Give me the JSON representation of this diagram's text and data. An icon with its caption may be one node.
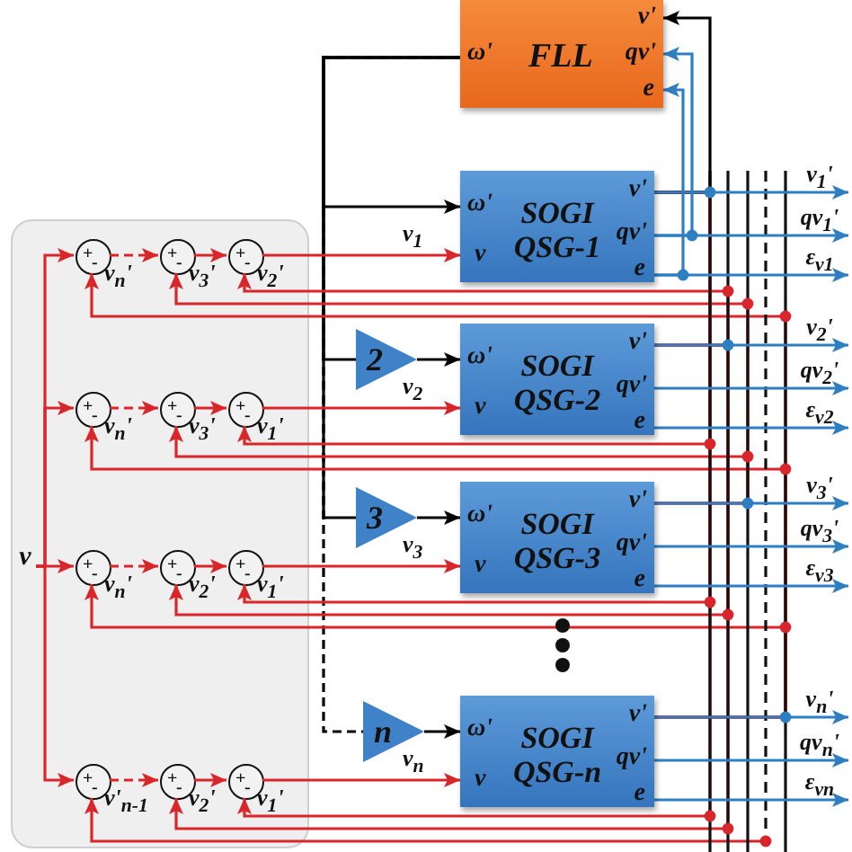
{
  "diagram": {
    "nodes": [
      {
        "text": [
          "ω'",
          "FLL",
          "v'",
          "qv'",
          "e"
        ]
      },
      {
        "text": [
          "ω'",
          "v",
          "SOGI QSG-1",
          "v'",
          "qv'",
          "e"
        ]
      },
      {
        "text": [
          "2"
        ]
      },
      {
        "text": [
          "ω'",
          "v",
          "SOGI QSG-2",
          "v'",
          "qv'",
          "e"
        ]
      },
      {
        "text": [
          "3"
        ]
      },
      {
        "text": [
          "ω'",
          "v",
          "SOGI QSG-3",
          "v'",
          "qv'",
          "e"
        ]
      },
      {
        "text": [
          "n"
        ]
      },
      {
        "text": [
          "ω'",
          "v",
          "SOGI QSG-n",
          "v'",
          "qv'",
          "e"
        ]
      },
      {
        "text": [],
        "shape": "box"
      },
      {
        "text": [
          "v"
        ],
        "in": 8
      },
      {
        "text": [
          "+",
          "-"
        ],
        "in": 8
      },
      {
        "text": [
          "+",
          "-"
        ],
        "in": 8
      },
      {
        "text": [
          "+",
          "-"
        ],
        "in": 8
      },
      {
        "text": [
          "+",
          "-"
        ],
        "in": 8
      },
      {
        "text": [
          "+",
          "-"
        ],
        "in": 8
      },
      {
        "text": [
          "+",
          "-"
        ],
        "in": 8
      },
      {
        "text": [
          "+",
          "-"
        ],
        "in": 8
      },
      {
        "text": [
          "+",
          "-"
        ],
        "in": 8
      },
      {
        "text": [
          "+",
          "-"
        ],
        "in": 8
      },
      {
        "text": [
          "+",
          "-"
        ],
        "in": 8
      },
      {
        "text": [
          "+",
          "-"
        ],
        "in": 8
      },
      {
        "text": [
          "+",
          "-"
        ],
        "in": 8
      },
      {
        "text": [
          "v$_{1}$'"
        ]
      },
      {
        "text": [
          "qv$_{1}$'"
        ]
      },
      {
        "text": [
          "ε$_{v1}$"
        ]
      },
      {
        "text": [
          "v$_{2}$'"
        ]
      },
      {
        "text": [
          "qv$_{2}$'"
        ]
      },
      {
        "text": [
          "ε$_{v2}$"
        ]
      },
      {
        "text": [
          "v$_{3}$'"
        ]
      },
      {
        "text": [
          "qv$_{3}$'"
        ]
      },
      {
        "text": [
          "ε$_{v3}$"
        ]
      },
      {
        "text": [
          "v$_{n}$'"
        ]
      },
      {
        "text": [
          "qv$_{n}$'"
        ]
      },
      {
        "text": [
          "ε$_{vn}$"
        ]
      }
    ],
    "edges": [
      {
        "from": 0,
        "to": 1,
        "arrow": "to",
        "color": "#000000"
      },
      {
        "from": 0,
        "to": 2,
        "arrow": "none",
        "color": "#000000"
      },
      {
        "from": 0,
        "to": 4,
        "arrow": "none",
        "color": "#000000"
      },
      {
        "from": 0,
        "to": 6,
        "arrow": "none",
        "color": "#000000",
        "style": "dashed"
      },
      {
        "from": 2,
        "to": 3,
        "arrow": "to",
        "color": "#000000"
      },
      {
        "from": 4,
        "to": 5,
        "arrow": "to",
        "color": "#000000"
      },
      {
        "from": 6,
        "to": 7,
        "arrow": "to",
        "color": "#000000"
      },
      {
        "from": 1,
        "to": 0,
        "arrow": "to",
        "color": "#000000"
      },
      {
        "from": 1,
        "to": 0,
        "arrow": "to",
        "color": "#2e7fc1"
      },
      {
        "from": 1,
        "to": 0,
        "arrow": "to",
        "color": "#2e7fc1"
      },
      {
        "from": 9,
        "to": 10,
        "arrow": "to"
      },
      {
        "from": 9,
        "to": 13,
        "arrow": "to"
      },
      {
        "from": 9,
        "to": 16,
        "arrow": "to"
      },
      {
        "from": 9,
        "to": 19,
        "arrow": "to"
      },
      {
        "from": 10,
        "to": 11,
        "arrow": "to",
        "style": "dashed"
      },
      {
        "from": 13,
        "to": 14,
        "arrow": "to",
        "style": "dashed"
      },
      {
        "from": 16,
        "to": 17,
        "arrow": "to",
        "style": "dashed"
      },
      {
        "from": 19,
        "to": 20,
        "arrow": "to",
        "style": "dashed"
      },
      {
        "from": 11,
        "to": 12,
        "arrow": "to"
      },
      {
        "from": 14,
        "to": 15,
        "arrow": "to"
      },
      {
        "from": 17,
        "to": 18,
        "arrow": "to"
      },
      {
        "from": 20,
        "to": 21,
        "arrow": "to"
      },
      {
        "from": 12,
        "to": 1,
        "arrow": "to",
        "label": "v$_{1}$"
      },
      {
        "from": 15,
        "to": 3,
        "arrow": "to",
        "label": "v$_{2}$"
      },
      {
        "from": 18,
        "to": 5,
        "arrow": "to",
        "label": "v$_{3}$"
      },
      {
        "from": 21,
        "to": 7,
        "arrow": "to",
        "label": "v$_{n}$"
      },
      {
        "from": 1,
        "to": 22,
        "arrow": "to",
        "color": "#2e7fc1"
      },
      {
        "from": 1,
        "to": 23,
        "arrow": "to",
        "color": "#2e7fc1"
      },
      {
        "from": 1,
        "to": 24,
        "arrow": "to",
        "color": "#2e7fc1"
      },
      {
        "from": 3,
        "to": 25,
        "arrow": "to",
        "color": "#2e7fc1"
      },
      {
        "from": 3,
        "to": 26,
        "arrow": "to",
        "color": "#2e7fc1"
      },
      {
        "from": 3,
        "to": 27,
        "arrow": "to",
        "color": "#2e7fc1"
      },
      {
        "from": 5,
        "to": 28,
        "arrow": "to",
        "color": "#2e7fc1"
      },
      {
        "from": 5,
        "to": 29,
        "arrow": "to",
        "color": "#2e7fc1"
      },
      {
        "from": 5,
        "to": 30,
        "arrow": "to",
        "color": "#2e7fc1"
      },
      {
        "from": 7,
        "to": 31,
        "arrow": "to",
        "color": "#2e7fc1"
      },
      {
        "from": 7,
        "to": 32,
        "arrow": "to",
        "color": "#2e7fc1"
      },
      {
        "from": 7,
        "to": 33,
        "arrow": "to",
        "color": "#2e7fc1"
      },
      {
        "from": 7,
        "to": 10,
        "arrow": "to",
        "label": "v$_{n}$'"
      },
      {
        "from": 5,
        "to": 11,
        "arrow": "to",
        "label": "v$_{3}$'"
      },
      {
        "from": 3,
        "to": 12,
        "arrow": "to",
        "label": "v$_{2}$'"
      },
      {
        "from": 7,
        "to": 13,
        "arrow": "to",
        "label": "v$_{n}$'"
      },
      {
        "from": 5,
        "to": 14,
        "arrow": "to",
        "label": "v$_{3}$'"
      },
      {
        "from": 1,
        "to": 15,
        "arrow": "to",
        "label": "v$_{1}$'"
      },
      {
        "from": 7,
        "to": 16,
        "arrow": "to",
        "label": "v$_{n}$'"
      },
      {
        "from": 3,
        "to": 17,
        "arrow": "to",
        "label": "v$_{2}$'"
      },
      {
        "from": 1,
        "to": 18,
        "arrow": "to",
        "label": "v$_{1}$'"
      },
      {
        "from": null,
        "to": 19,
        "arrow": "to",
        "label": "v'$_{n-1}$"
      },
      {
        "from": 3,
        "to": 20,
        "arrow": "to",
        "label": "v$_{2}$'"
      },
      {
        "from": 1,
        "to": 21,
        "arrow": "to",
        "label": "v$_{1}$'"
      }
    ]
  }
}
